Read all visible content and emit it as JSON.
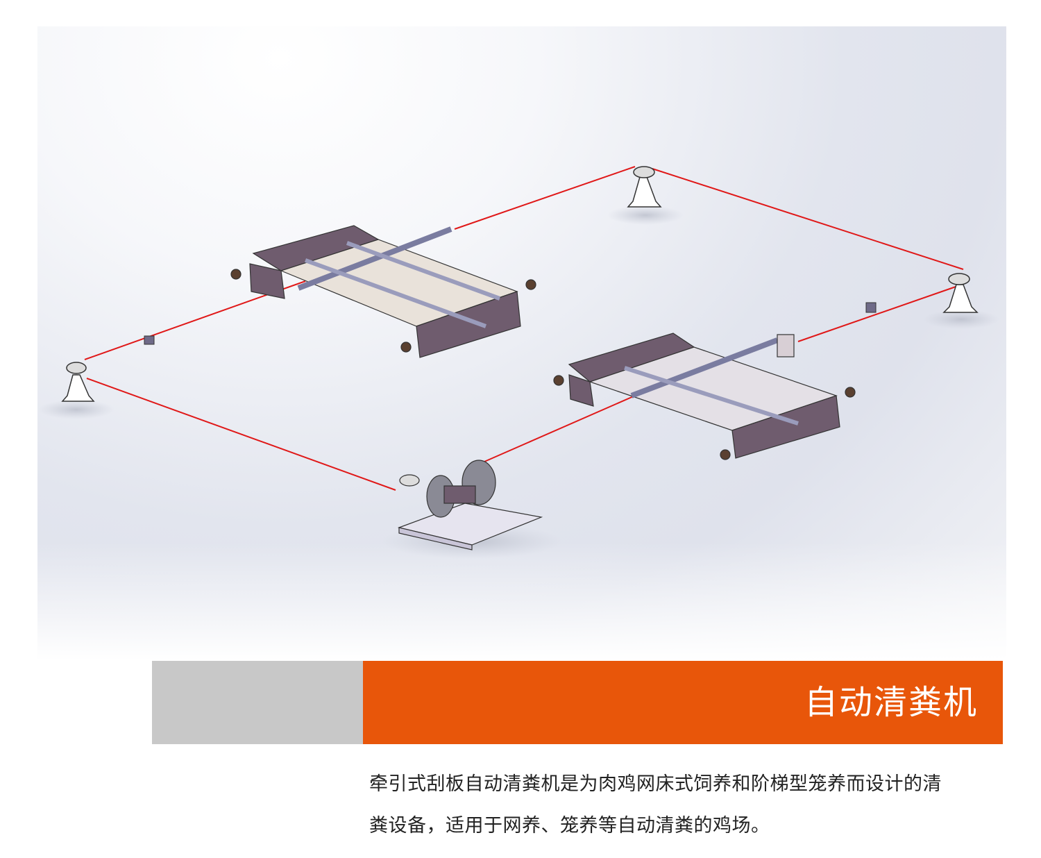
{
  "banner": {
    "title": "自动清粪机",
    "accent_color": "#e8560a",
    "side_color": "#c8c8c8"
  },
  "description": {
    "line1": "牵引式刮板自动清粪机是为肉鸡网床式饲养和阶梯型笼养而设计的清",
    "line2": "粪设备，适用于网养、笼养等自动清粪的鸡场。"
  },
  "illustration": {
    "cable_color": "#e01818",
    "frame_color": "#6f5c6e"
  }
}
